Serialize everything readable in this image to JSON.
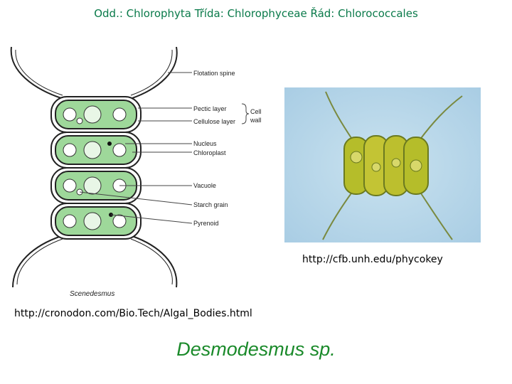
{
  "title": "Odd.: Chlorophyta Třída: Chlorophyceae Řád: Chlorococcales",
  "diagram": {
    "labels": {
      "flotation_spine": "Flotation spine",
      "pectic_layer": "Pectic layer",
      "cellulose_layer": "Cellulose layer",
      "cell_wall_line1": "Cell",
      "cell_wall_line2": "wall",
      "nucleus": "Nucleus",
      "chloroplast": "Chloroplast",
      "vacuole": "Vacuole",
      "starch_grain": "Starch grain",
      "pyrenoid": "Pyrenoid"
    },
    "caption": "Scenedesmus"
  },
  "photo_source": "http://cfb.unh.edu/phycokey",
  "diagram_source": "http://cronodon.com/Bio.Tech/Algal_Bodies.html",
  "species": "Desmodesmus sp.",
  "colors": {
    "title": "#0a7a4a",
    "species": "#1a8a2a",
    "chloroplast": "#9ed89a"
  }
}
